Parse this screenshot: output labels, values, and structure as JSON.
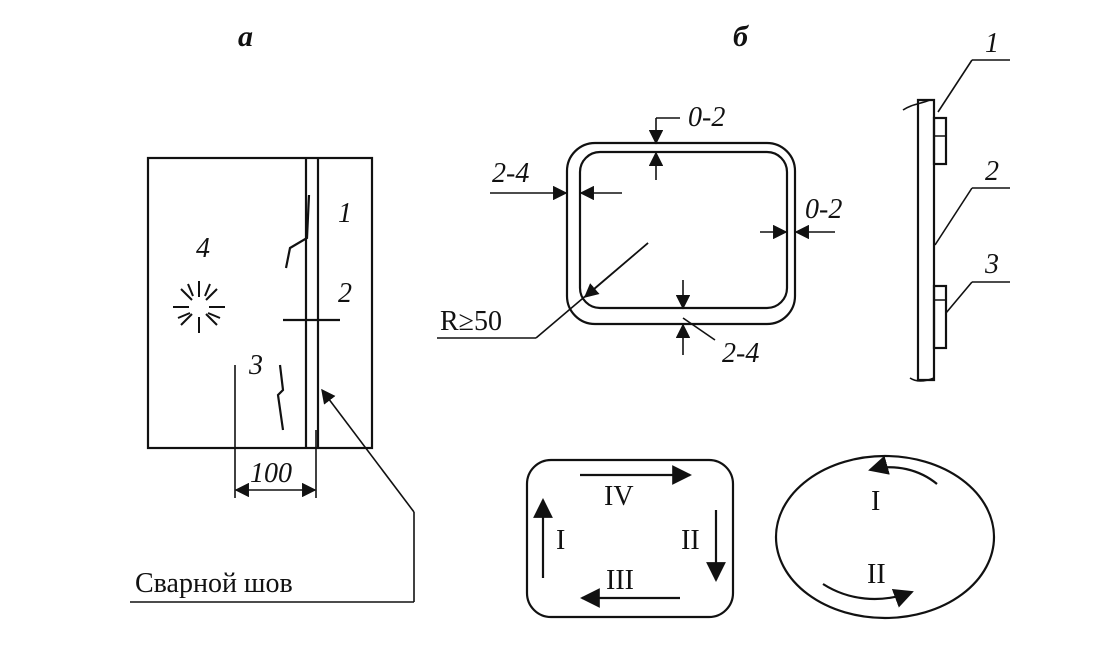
{
  "panels": {
    "a": "а",
    "b": "б"
  },
  "panel_a": {
    "labels": [
      "1",
      "2",
      "3",
      "4"
    ],
    "dimension": "100",
    "weld_caption": "Сварной шов"
  },
  "panel_b": {
    "dims": {
      "top_gap": "0-2",
      "left_gap": "2-4",
      "right_gap": "0-2",
      "bottom_gap": "2-4"
    },
    "radius": "R≥50"
  },
  "section": {
    "labels": [
      "1",
      "2",
      "3"
    ]
  },
  "sequence_rect": {
    "labels": [
      "IV",
      "I",
      "II",
      "III"
    ]
  },
  "sequence_oval": {
    "labels": [
      "I",
      "II"
    ]
  }
}
